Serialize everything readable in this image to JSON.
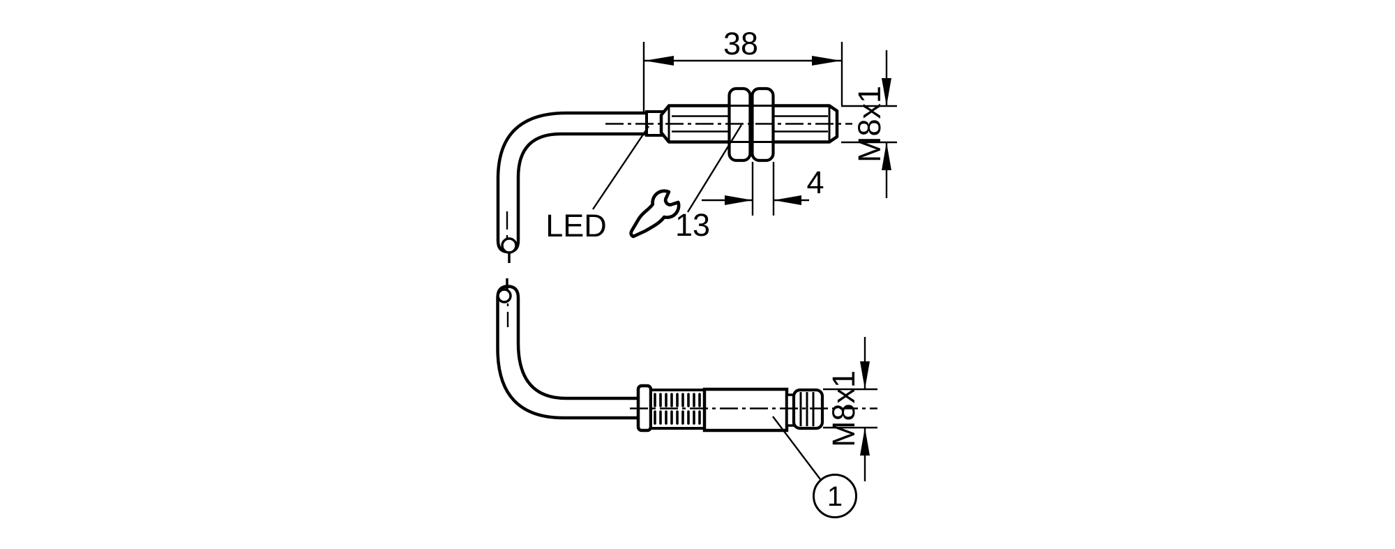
{
  "drawing": {
    "background_color": "#ffffff",
    "line_color": "#000000",
    "top_view": {
      "length_dimension": "38",
      "thread_dimension": "M8x1",
      "nut_width_dimension": "4",
      "led_label": "LED",
      "wrench_icon": "open-end-wrench-icon",
      "wrench_size_label": "13"
    },
    "bottom_view": {
      "thread_dimension": "M8x1",
      "callout_number": "1"
    }
  }
}
